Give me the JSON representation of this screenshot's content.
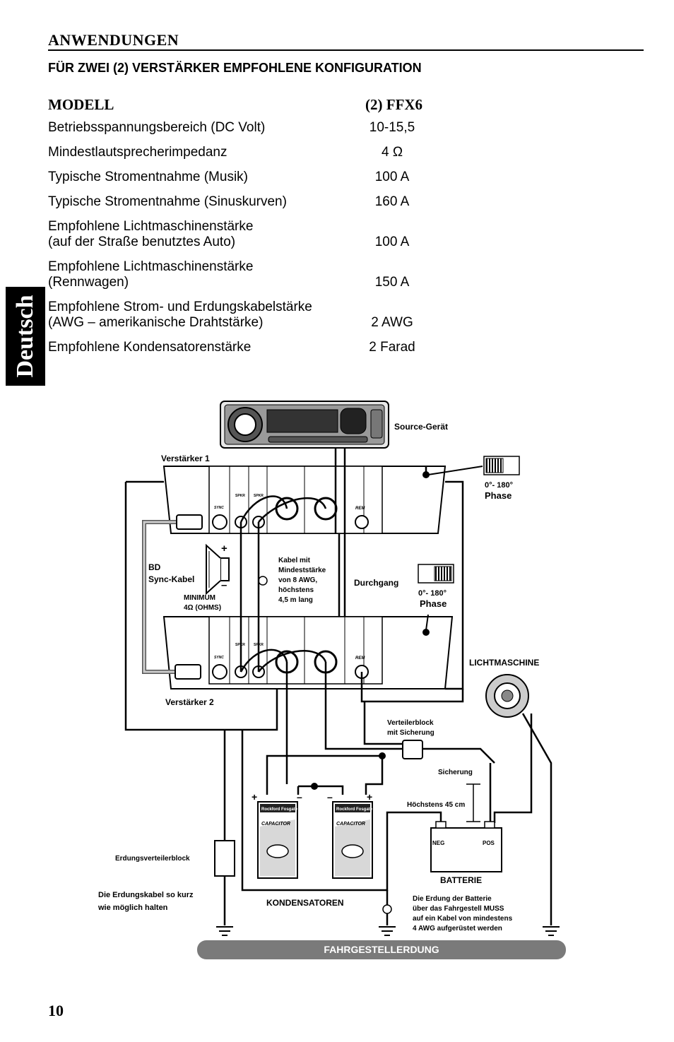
{
  "header": {
    "section": "ANWENDUNGEN",
    "subtitle": "FÜR ZWEI (2) VERSTÄRKER EMPFOHLENE KONFIGURATION"
  },
  "spec_table": {
    "col_model": "MODELL",
    "col_value": "(2) FFX6",
    "rows": [
      {
        "label": "Betriebsspannungsbereich (DC Volt)",
        "value": "10-15,5"
      },
      {
        "label": "Mindestlautsprecherimpedanz",
        "value": "4 Ω"
      },
      {
        "label": "Typische Stromentnahme (Musik)",
        "value": "100 A"
      },
      {
        "label": "Typische Stromentnahme (Sinuskurven)",
        "value": "160 A"
      },
      {
        "label": "Empfohlene Lichtmaschinenstärke\n(auf der Straße benutztes Auto)",
        "value": "100 A"
      },
      {
        "label": "Empfohlene Lichtmaschinenstärke\n(Rennwagen)",
        "value": "150 A"
      },
      {
        "label": "Empfohlene Strom- und Erdungskabelstärke\n(AWG – amerikanische Drahtstärke)",
        "value": "2 AWG"
      },
      {
        "label": "Empfohlene Kondensatorenstärke",
        "value": "2 Farad"
      }
    ]
  },
  "side_tab": "Deutsch",
  "diagram": {
    "source": "Source-Gerät",
    "amp1": "Verstärker 1",
    "amp2": "Verstärker 2",
    "phase_range_1": "0°- 180°",
    "phase_1": "Phase",
    "phase_range_2": "0°- 180°",
    "phase_2": "Phase",
    "bd": "BD",
    "sync_cable": "Sync-Kabel",
    "minimum": "MINIMUM",
    "ohms": "4Ω (OHMS)",
    "cable_note": [
      "Kabel mit",
      "Mindeststärke",
      "von 8 AWG,",
      "höchstens",
      "4,5 m lang"
    ],
    "durchgang": "Durchgang",
    "lichtmaschine": "LICHTMASCHINE",
    "verteiler": [
      "Verteilerblock",
      "mit Sicherung"
    ],
    "sicherung": "Sicherung",
    "hoechstens": "Höchstens 45 cm",
    "neg": "NEG",
    "pos": "POS",
    "batterie": "BATTERIE",
    "erdungsverteiler": "Erdungsverteilerblock",
    "ground_short": [
      "Die Erdungskabel so kurz",
      "wie möglich halten"
    ],
    "kondensatoren": "KONDENSATOREN",
    "battery_ground": [
      "Die Erdung der Batterie",
      "über das Fahrgestell MUSS",
      "auf ein Kabel von mindestens",
      "4 AWG aufgerüstet werden"
    ],
    "chassis": "FAHRGESTELLERDUNG",
    "sync": "SYNC",
    "spkr": "SPKR",
    "rem": "REM",
    "cap_brand": "Rockford Fosgate",
    "cap_model": "CAPACITOR"
  },
  "page_number": "10"
}
